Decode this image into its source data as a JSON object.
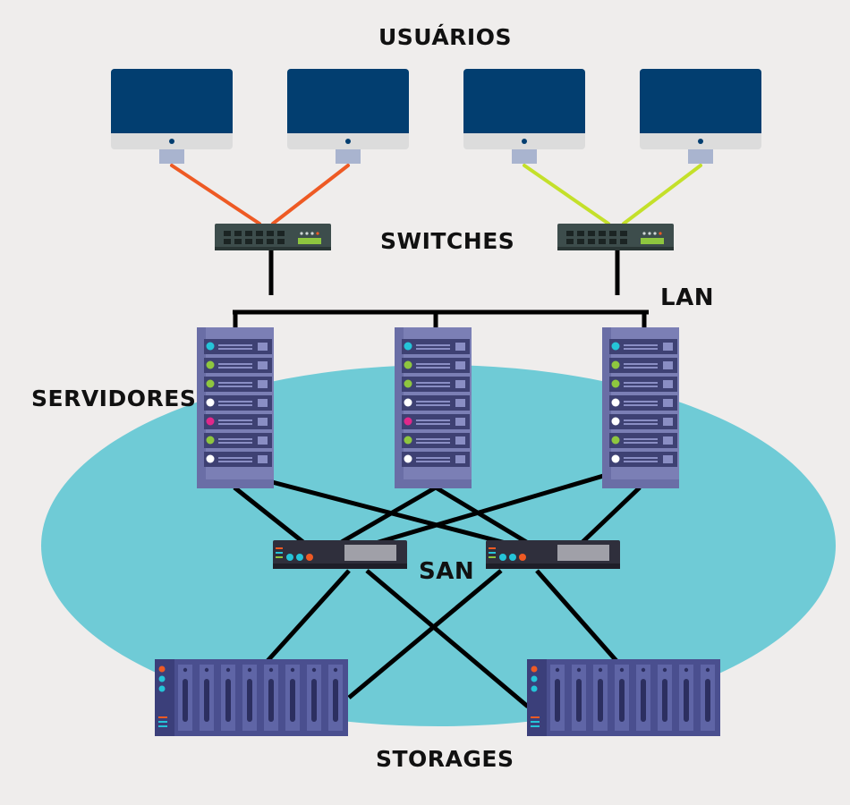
{
  "labels": {
    "users": "USUÁRIOS",
    "switches": "SWITCHES",
    "lan": "LAN",
    "servers": "SERVIDORES",
    "san": "SAN",
    "storages": "STORAGES"
  },
  "colors": {
    "background": "#efedec",
    "san_zone": "#6fcbd6",
    "monitor_screen": "#023e70",
    "monitor_body": "#dcdcdc",
    "monitor_stand": "#a9b4cf",
    "link_left_users": "#ee5a24",
    "link_right_users": "#c4e02a",
    "switch_body": "#3d4d4c",
    "server_body": "#7b7fb5",
    "storage_body": "#4a4f8f",
    "san_switch_body": "#2f2f3c",
    "cable": "#000000"
  },
  "icons": [
    "monitor-icon",
    "network-switch-icon",
    "server-rack-icon",
    "san-switch-icon",
    "storage-array-icon"
  ]
}
